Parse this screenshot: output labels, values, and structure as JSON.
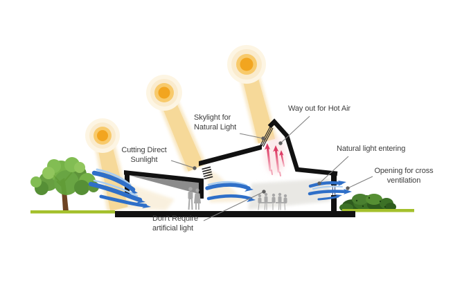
{
  "labels": {
    "skylight": {
      "line1": "Skylight for",
      "line2": "Natural Light"
    },
    "way_out": {
      "line1": "Way out for Hot Air"
    },
    "cutting": {
      "line1": "Cutting Direct",
      "line2": "Sunlight"
    },
    "natural": {
      "line1": "Natural light entering"
    },
    "opening": {
      "line1": "Opening for cross",
      "line2": "ventilation"
    },
    "artificial": {
      "line1": "Don’t Require",
      "line2": "artificial light"
    }
  },
  "colors": {
    "sun_core": "#F2A51F",
    "sun_mid": "#F8CA6B",
    "sun_halo": "#FAEBCD",
    "sun_faint": "#FDF5E3",
    "beam": "#F5D795",
    "light_wedge_warm": "#F8ECD4",
    "light_wedge_gray": "#E7E6E2",
    "wind_blue": "#2F6FC8",
    "wind_blue_light": "#A9CDF1",
    "hot_air_red": "#DD3A64",
    "hot_air_glow": "#F9D9DC",
    "ground_green": "#A4C02C",
    "structure_black": "#111111",
    "roof_shadow_gray": "#8C8C8C",
    "people_gray": "#A8A8A8",
    "leader_gray": "#808080",
    "leader_dot": "#5F5F5F",
    "text_color": "#3C3C3C"
  }
}
